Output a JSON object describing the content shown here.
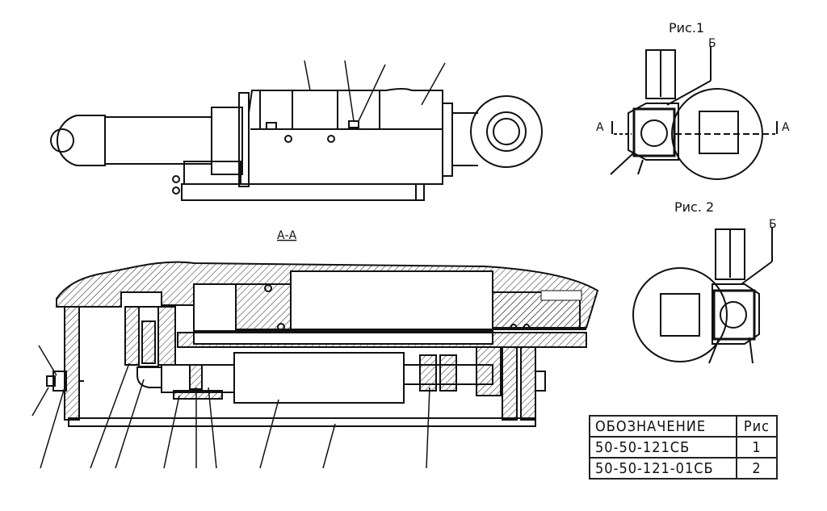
{
  "figures": {
    "fig1": "Рис.1",
    "fig2": "Рис. 2",
    "section_title": "А-А",
    "section_mark_left": "А",
    "section_mark_right": "А",
    "callout_b1": "Б",
    "callout_b2": "Б"
  },
  "spec_table": {
    "headers": [
      "ОБОЗНАЧЕНИЕ",
      "Рис"
    ],
    "rows": [
      [
        "50-50-121СБ",
        "1"
      ],
      [
        "50-50-121-01СБ",
        "2"
      ]
    ]
  }
}
